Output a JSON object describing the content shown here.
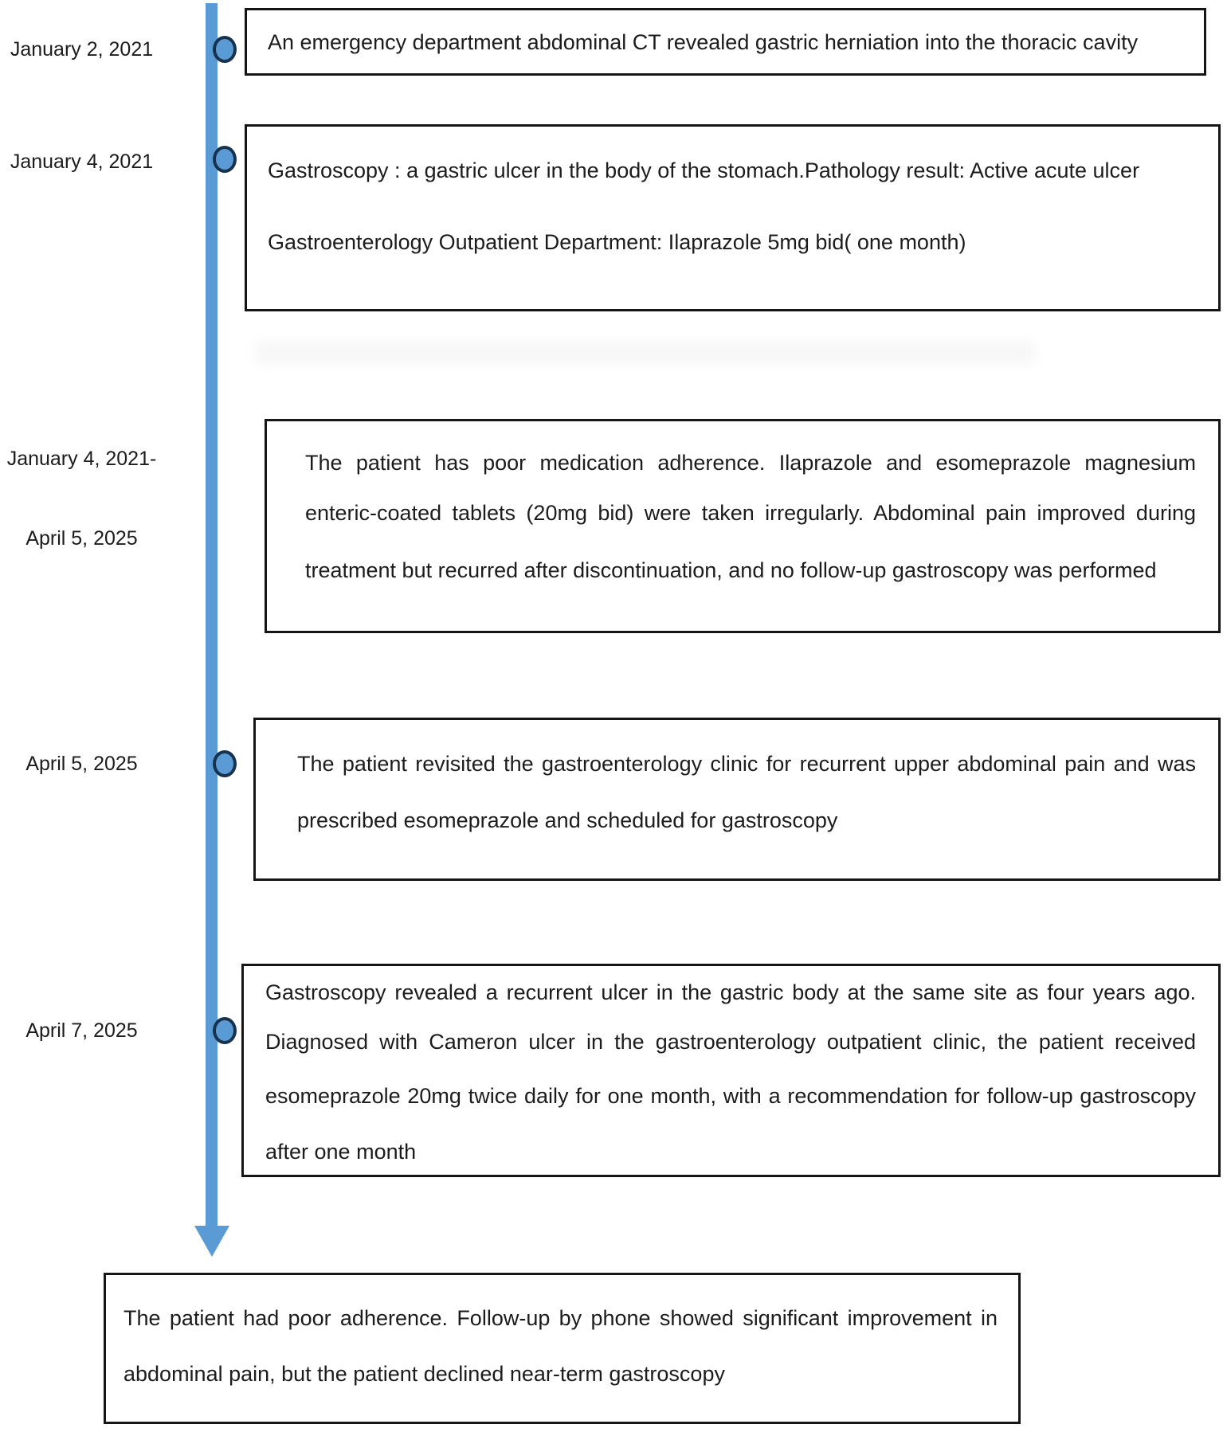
{
  "figure": {
    "type": "vertical-timeline",
    "colors": {
      "timeline_blue": "#5b9bd5",
      "marker_fill": "#5b9bd5",
      "marker_border": "#17324d",
      "box_border": "#161616",
      "text": "#1c1c1c",
      "background": "#ffffff"
    }
  },
  "timeline": {
    "events": [
      {
        "dates": [
          "January 2, 2021"
        ],
        "lines": [
          "An emergency department abdominal CT revealed gastric herniation into the thoracic cavity"
        ]
      },
      {
        "dates": [
          "January 4, 2021"
        ],
        "lines": [
          "Gastroscopy : a gastric ulcer in the body of the stomach.Pathology result: Active acute ulcer",
          "Gastroenterology Outpatient Department: Ilaprazole 5mg bid( one month)"
        ]
      },
      {
        "dates": [
          "January 4, 2021-",
          "April 5, 2025"
        ],
        "lines": [
          "The patient has poor medication adherence. Ilaprazole and esomeprazole magnesium",
          "enteric-coated tablets (20mg bid) were taken irregularly. Abdominal pain improved during",
          "treatment but recurred after discontinuation, and no follow-up gastroscopy was performed"
        ]
      },
      {
        "dates": [
          "April 5, 2025"
        ],
        "lines": [
          "The patient revisited the gastroenterology clinic for recurrent upper abdominal pain and was",
          "prescribed esomeprazole and scheduled for gastroscopy"
        ]
      },
      {
        "dates": [
          "April 7, 2025"
        ],
        "lines": [
          "Gastroscopy revealed a recurrent ulcer in the gastric body at the same site as four years ago.",
          "Diagnosed with Cameron ulcer in the gastroenterology outpatient clinic, the patient received",
          "esomeprazole 20mg twice daily for one month, with a recommendation for follow-up gastroscopy",
          "after one month"
        ]
      }
    ],
    "summary": {
      "lines": [
        "The patient had poor adherence. Follow-up by phone showed significant improvement in",
        "abdominal pain, but the patient declined near-term gastroscopy"
      ]
    }
  }
}
